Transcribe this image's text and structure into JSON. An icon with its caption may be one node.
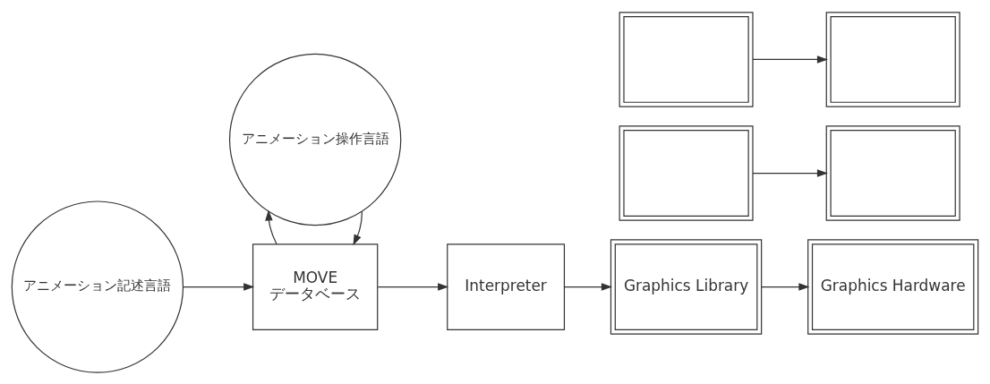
{
  "diagram": {
    "nodes": [
      {
        "text": [
          "アニメーション記述言語"
        ]
      },
      {
        "text": [
          "MOVE",
          "データベース"
        ]
      },
      {
        "text": [
          "Interpreter"
        ]
      },
      {
        "text": [],
        "shape": "box"
      },
      {
        "text": [],
        "shape": "box"
      },
      {
        "text": [
          "Graphics Library"
        ]
      },
      {
        "text": [],
        "shape": "box"
      },
      {
        "text": [],
        "shape": "box"
      },
      {
        "text": [
          "Graphics Hardware"
        ]
      },
      {
        "text": [
          "アニメーション操作言語"
        ]
      }
    ],
    "edges": [
      {
        "from": 0,
        "to": 1,
        "arrow": "to"
      },
      {
        "from": 1,
        "to": 2,
        "arrow": "to"
      },
      {
        "from": 2,
        "to": 5,
        "arrow": "to"
      },
      {
        "from": 3,
        "to": 6,
        "arrow": "to"
      },
      {
        "from": 4,
        "to": 7,
        "arrow": "to"
      },
      {
        "from": 5,
        "to": 8,
        "arrow": "to"
      },
      {
        "from": 9,
        "to": 1,
        "arrow": "to"
      },
      {
        "from": 1,
        "to": 9,
        "arrow": "to"
      }
    ]
  }
}
